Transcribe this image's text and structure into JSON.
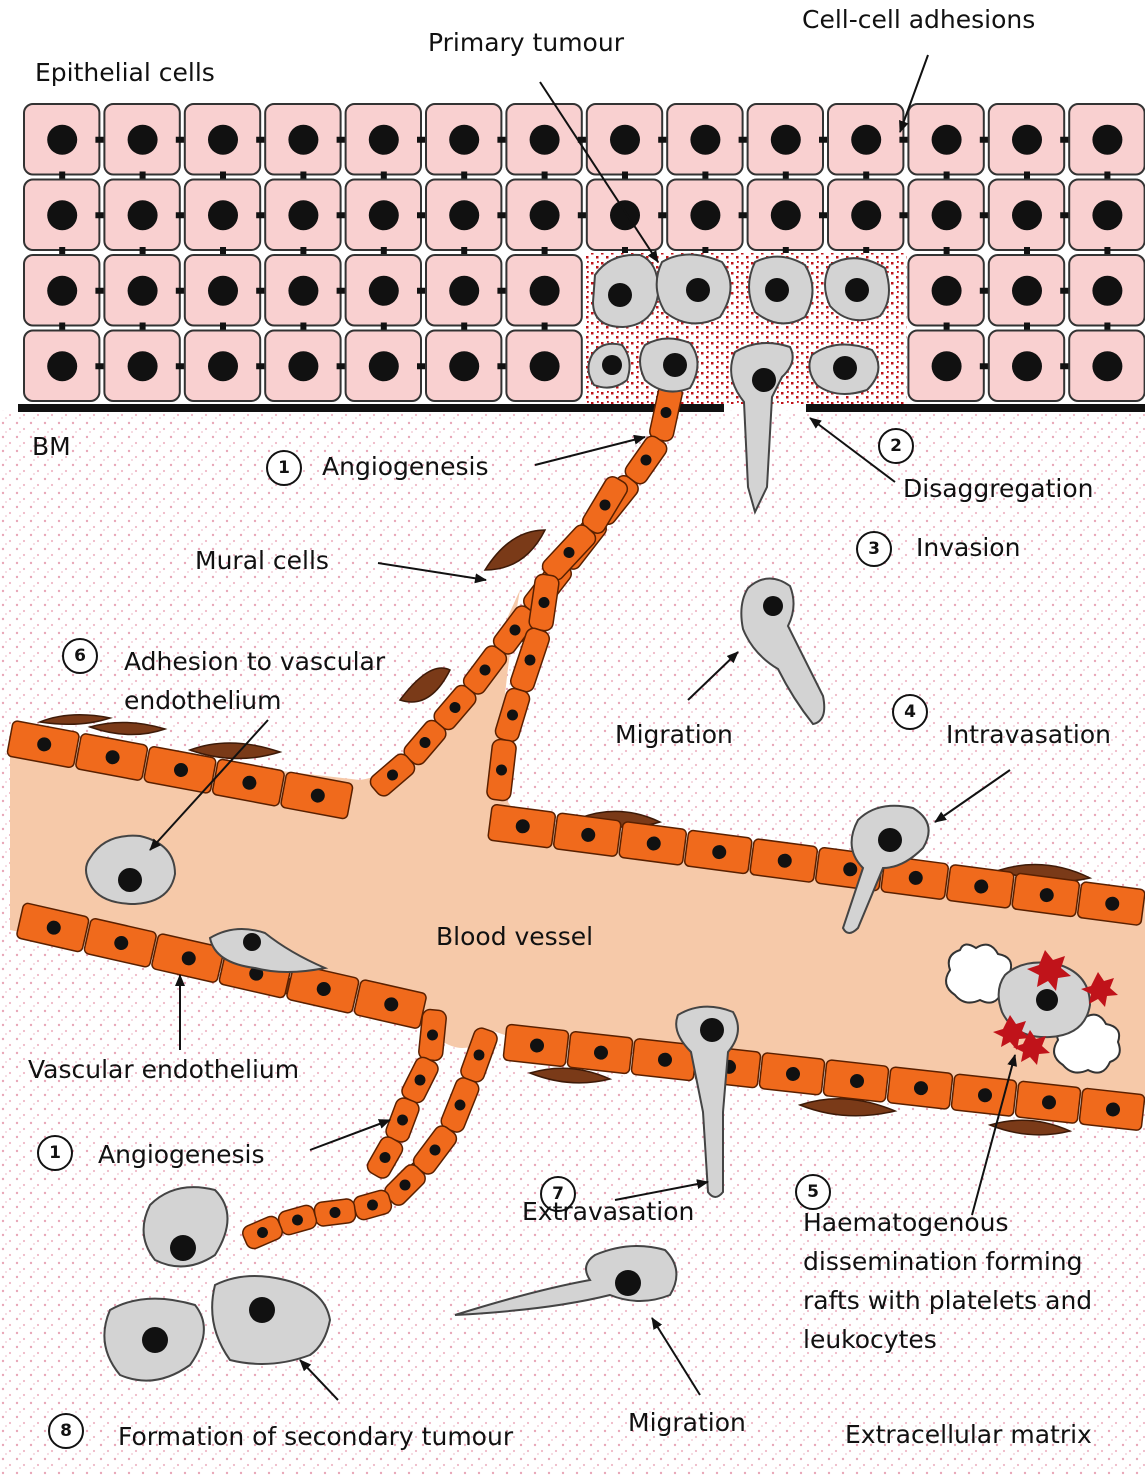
{
  "labels": {
    "epithelial_cells": "Epithelial cells",
    "primary_tumour": "Primary tumour",
    "cell_cell_adhesions": "Cell-cell adhesions",
    "bm": "BM",
    "angiogenesis_top": "Angiogenesis",
    "disaggregation": "Disaggregation",
    "invasion": "Invasion",
    "mural_cells": "Mural cells",
    "adhesion_line1": "Adhesion to vascular",
    "adhesion_line2": "endothelium",
    "migration_mid": "Migration",
    "intravasation": "Intravasation",
    "blood_vessel": "Blood vessel",
    "vascular_endothelium": "Vascular endothelium",
    "angiogenesis_bottom": "Angiogenesis",
    "extravasation": "Extravasation",
    "haematogenous": "Haematogenous dissemination forming rafts with platelets and leukocytes",
    "formation_secondary": "Formation of secondary tumour",
    "migration_bottom": "Migration",
    "extracellular_matrix": "Extracellular matrix"
  },
  "steps": {
    "angiogenesis_top": "1",
    "disaggregation": "2",
    "invasion": "3",
    "intravasation": "4",
    "haematogenous": "5",
    "adhesion": "6",
    "extravasation": "7",
    "secondary_tumour": "8",
    "angiogenesis_bottom": "1"
  },
  "colors": {
    "epithelial_fill": "#f9d0d0",
    "tumour_cell": "#d3d3d3",
    "endothelial": "#f06a1c",
    "mural": "#7a3a18",
    "vessel_lumen": "#f6c9a9",
    "matrix_dot": "#e8a7b8",
    "platelet": "#c0131a"
  }
}
